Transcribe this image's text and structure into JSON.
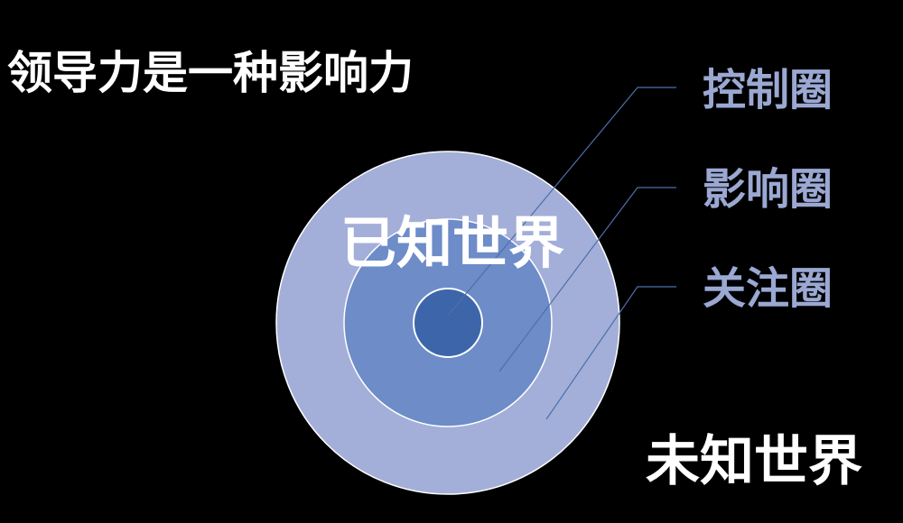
{
  "title": "领导力是一种影响力",
  "labels": {
    "control": "控制圈",
    "influence": "影响圈",
    "concern": "关注圈"
  },
  "regions": {
    "known": "已知世界",
    "unknown": "未知世界"
  },
  "colors": {
    "background": "#000000",
    "outer_circle": "#a3afd8",
    "middle_circle": "#6d8cc8",
    "inner_circle": "#3d66aa",
    "circle_border": "#ffffff",
    "label_text": "#9aa8d2",
    "leader_line": "#4d6faa"
  }
}
